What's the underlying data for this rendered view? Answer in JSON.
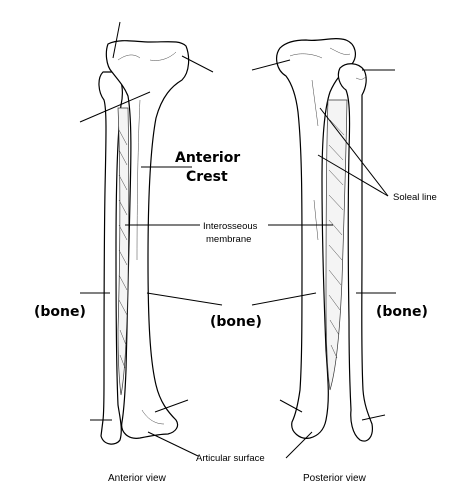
{
  "labels": {
    "anterior_crest_line1": "Anterior",
    "anterior_crest_line2": "Crest",
    "interosseous_line1": "Interosseous",
    "interosseous_line2": "membrane",
    "soleal_line": "Soleal line",
    "bone_left": "(bone)",
    "bone_center": "(bone)",
    "bone_right": "(bone)",
    "articular_surface": "Articular surface",
    "anterior_view": "Anterior view",
    "posterior_view": "Posterior view"
  },
  "colors": {
    "line": "#000000",
    "background": "#ffffff"
  }
}
